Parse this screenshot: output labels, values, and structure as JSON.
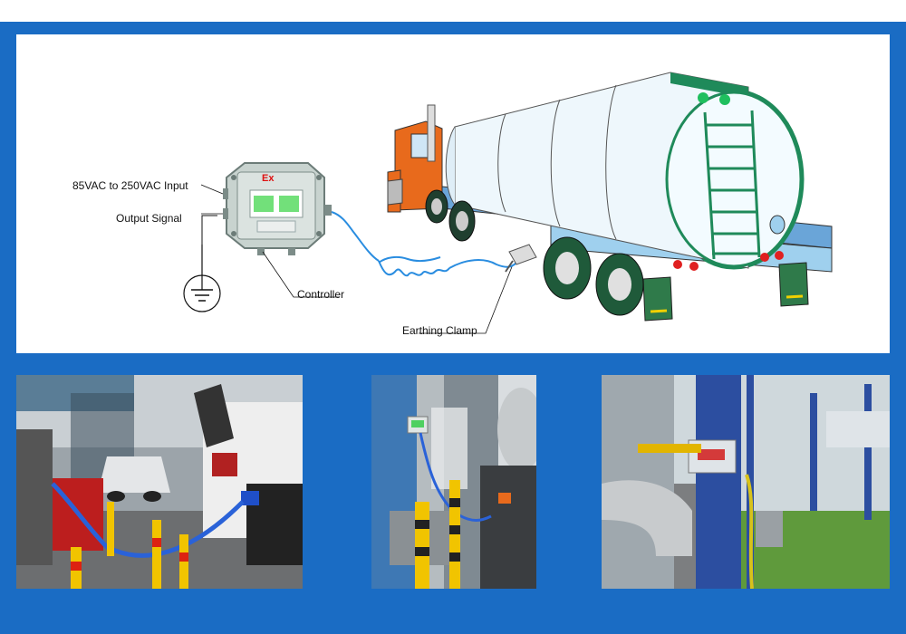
{
  "diagram": {
    "labels": {
      "input": "85VAC to 250VAC Input",
      "output": "Output Signal",
      "controller": "Controller",
      "clamp": "Earthing Clamp",
      "ex_mark": "Ex"
    }
  },
  "photos": [
    {
      "id": "photo-forecourt"
    },
    {
      "id": "photo-loading-bay"
    },
    {
      "id": "photo-pipe-rack"
    }
  ],
  "colors": {
    "frame": "#1a6cc4",
    "cable": "#2a8de0",
    "tank_stripe": "#1f8a5a",
    "controller_body": "#c8d3cf",
    "cab": "#e86a1c"
  }
}
